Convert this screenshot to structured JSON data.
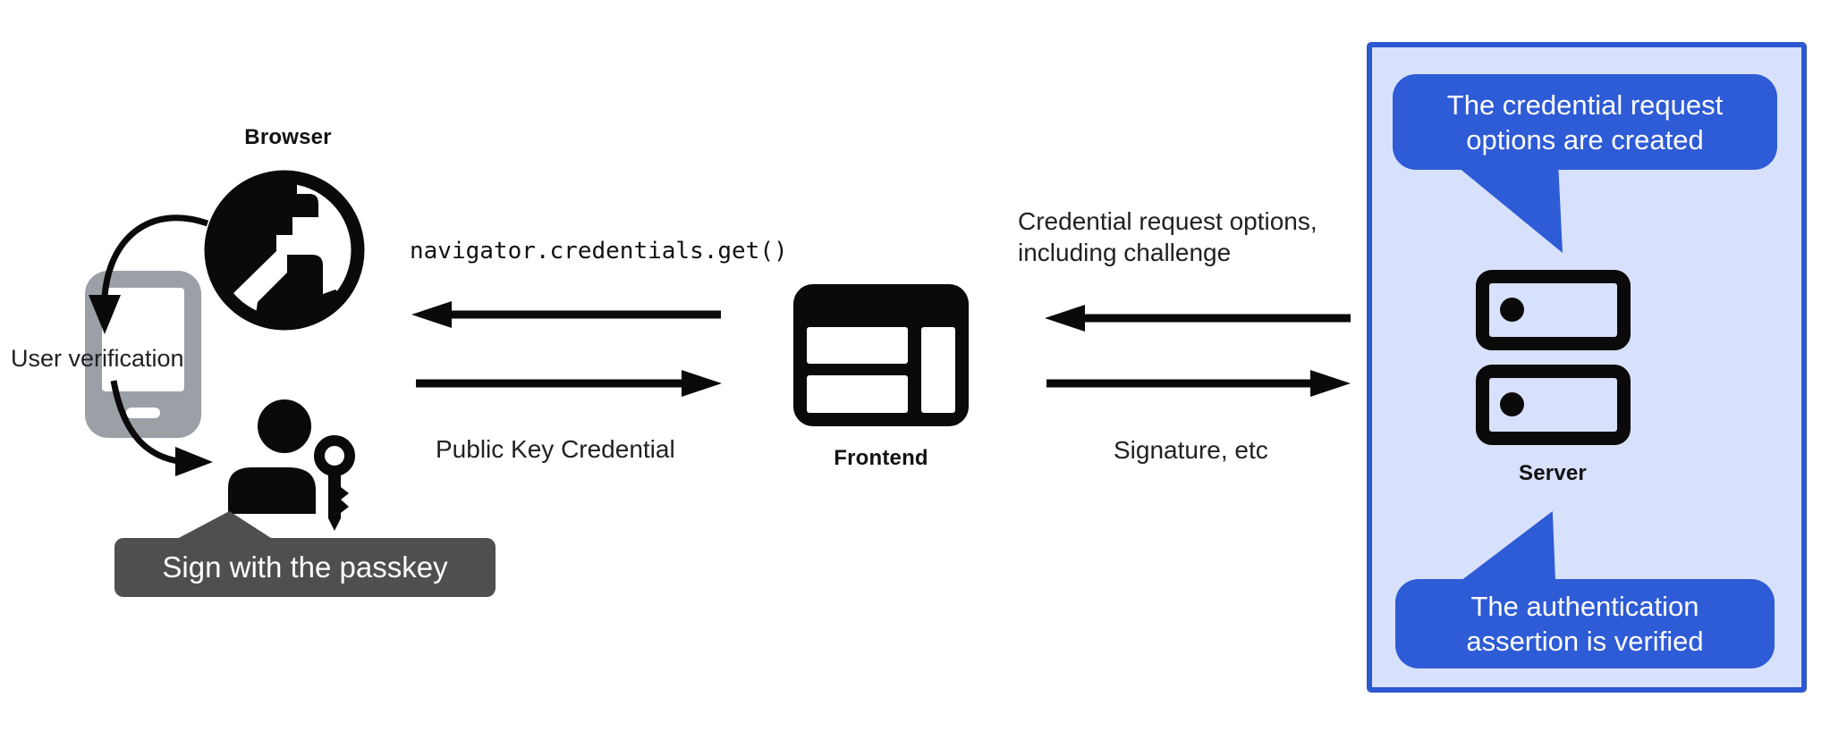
{
  "title": "Passkey authentication flow diagram",
  "colors": {
    "background": "#ffffff",
    "accent_blue": "#2e5bd6",
    "panel_fill": "#d8e1fb",
    "panel_border": "#2c58d0",
    "tooltip_gray": "#4f4f4f",
    "phone_gray": "#9aa0a6",
    "ink": "#202124"
  },
  "browser_group": {
    "label": "Browser",
    "user_verification_label": "User verification",
    "passkey_tooltip": "Sign with the passkey"
  },
  "frontend_group": {
    "label": "Frontend"
  },
  "server_group": {
    "label": "Server",
    "bubble_top": {
      "line1": "The credential request",
      "line2": "options are created"
    },
    "bubble_bottom": {
      "line1": "The authentication",
      "line2": "assertion is verified"
    }
  },
  "messages": {
    "get_call": "navigator.credentials.get()",
    "public_key_credential": "Public Key Credential",
    "cred_request_line1": "Credential request options,",
    "cred_request_line2": "including challenge",
    "signature": "Signature, etc"
  },
  "icons": {
    "globe": "globe-icon",
    "phone": "phone-icon",
    "person_key": "person-with-key-icon",
    "frontend_window": "browser-window-icon",
    "server": "server-stack-icon"
  }
}
